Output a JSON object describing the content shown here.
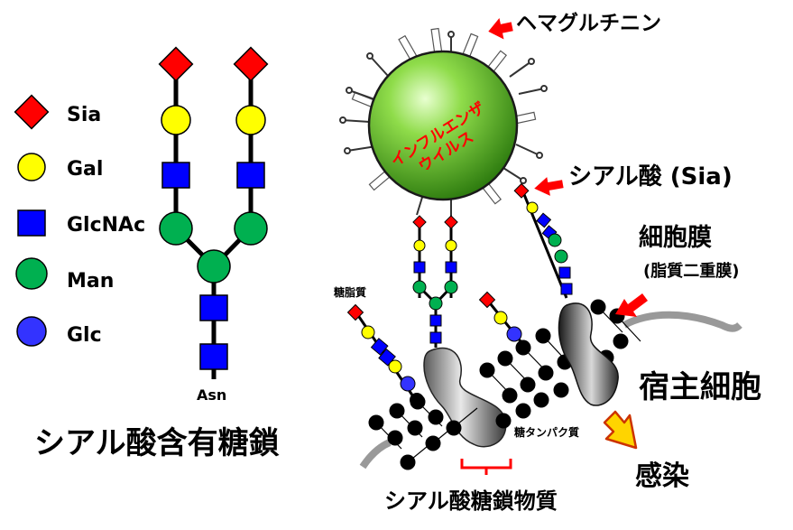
{
  "legend": {
    "items": [
      {
        "label": "Sia",
        "shape": "diamond",
        "color": "#ff0000"
      },
      {
        "label": "Gal",
        "shape": "circle",
        "color": "#ffff00"
      },
      {
        "label": "GlcNAc",
        "shape": "square",
        "color": "#0000ff"
      },
      {
        "label": "Man",
        "shape": "circle",
        "color": "#00b050"
      },
      {
        "label": "Glc",
        "shape": "circle",
        "color": "#3333ff"
      }
    ]
  },
  "glycan": {
    "anchor_label": "Asn",
    "caption": "シアル酸含有糖鎖"
  },
  "virus": {
    "name_line1": "インフルエンザ",
    "name_line2": "ウイルス",
    "hemagglutinin_label": "ヘマグルチニン",
    "sialic_acid_label": "シアル酸 (Sia)"
  },
  "cell": {
    "membrane_label": "細胞膜",
    "membrane_sublabel": "(脂質二重膜)",
    "glycolipid_label": "糖脂質",
    "glycoprotein_label": "糖タンパク質",
    "host_label": "宿主細胞",
    "infection_label": "感染",
    "sialoglycan_caption": "シアル酸糖鎖物質"
  },
  "colors": {
    "sia": "#ff0000",
    "gal": "#ffff00",
    "glcnac": "#0000ff",
    "man": "#00b050",
    "glc": "#3333ff",
    "virus_text": "#ff0000",
    "arrow": "#ff0000",
    "infection_arrow": "#ffd400"
  }
}
